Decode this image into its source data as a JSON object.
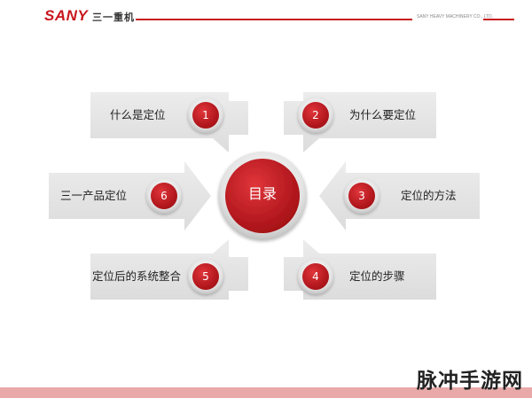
{
  "header": {
    "logo": "SANY",
    "logo_cn": "三一重机",
    "company": "SANY HEAVY MACHINERY CO., LTD."
  },
  "center": {
    "label": "目录"
  },
  "items": [
    {
      "num": "1",
      "label": "什么是定位"
    },
    {
      "num": "2",
      "label": "为什么要定位"
    },
    {
      "num": "3",
      "label": "定位的方法"
    },
    {
      "num": "4",
      "label": "定位的步骤"
    },
    {
      "num": "5",
      "label": "定位后的系统整合"
    },
    {
      "num": "6",
      "label": "三一产品定位"
    }
  ],
  "watermark": "脉冲手游网",
  "colors": {
    "accent": "#c8161d",
    "panel": "#e6e6e6",
    "footer": "#e9a9a9"
  }
}
